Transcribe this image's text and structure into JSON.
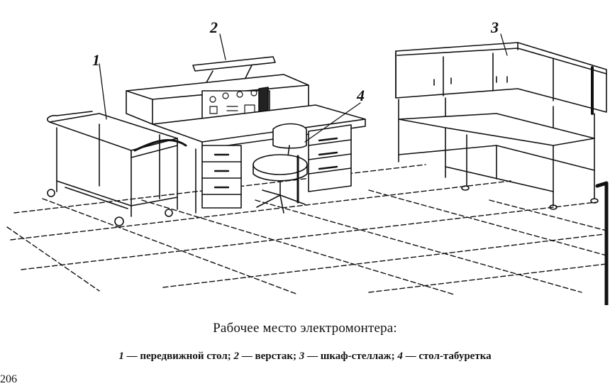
{
  "figure": {
    "callouts": [
      {
        "id": "1",
        "label": "1"
      },
      {
        "id": "2",
        "label": "2"
      },
      {
        "id": "3",
        "label": "3"
      },
      {
        "id": "4",
        "label": "4"
      }
    ]
  },
  "caption": {
    "title": "Рабочее место  электромонтера:",
    "legend": [
      {
        "num": "1",
        "text": " — передвижной стол; "
      },
      {
        "num": "2",
        "text": " — верстак; "
      },
      {
        "num": "3",
        "text": " — шкаф-стеллаж; "
      },
      {
        "num": "4",
        "text": " — стол-табуретка"
      }
    ]
  },
  "page": {
    "number": "206"
  }
}
